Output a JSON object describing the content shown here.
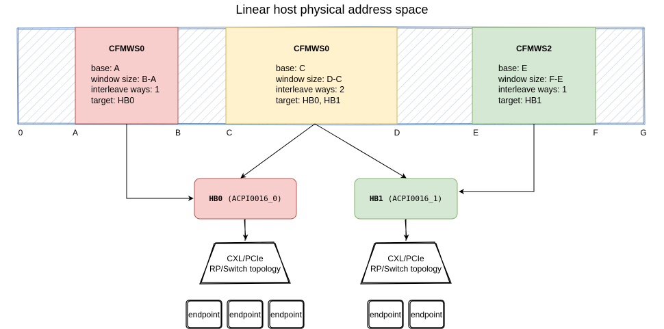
{
  "title": "Linear host physical address space",
  "axis_labels": [
    "0",
    "A",
    "B",
    "C",
    "D",
    "E",
    "F",
    "G"
  ],
  "windows": [
    {
      "name": "CFMWS0",
      "lines": [
        "base: A",
        "window size: B-A",
        "interleave ways: 1",
        "target: HB0"
      ],
      "fill": "#f8cecc",
      "stroke": "#b85450"
    },
    {
      "name": "CFMWS0",
      "lines": [
        "base: C",
        "window size: D-C",
        "interleave ways: 2",
        "target: HB0, HB1"
      ],
      "fill": "#fff2cc",
      "stroke": "#d6b656"
    },
    {
      "name": "CFMWS2",
      "lines": [
        "base: E",
        "window size: F-E",
        "interleave ways: 1",
        "target: HB1"
      ],
      "fill": "#d5e8d4",
      "stroke": "#82b366"
    }
  ],
  "host_bridges": [
    {
      "name": "HB0",
      "acpi": "(ACPI0016_0)",
      "fill": "#f8cecc",
      "stroke": "#b85450"
    },
    {
      "name": "HB1",
      "acpi": "(ACPI0016_1)",
      "fill": "#d5e8d4",
      "stroke": "#82b366"
    }
  ],
  "topology": {
    "line1": "CXL/PCIe",
    "line2": "RP/Switch topology"
  },
  "endpoint_label": "endpoint",
  "endpoint_groups": [
    3,
    2
  ],
  "colors": {
    "hatch_stroke": "#6c8ebf",
    "hatch_fill": "#dae8fc"
  }
}
